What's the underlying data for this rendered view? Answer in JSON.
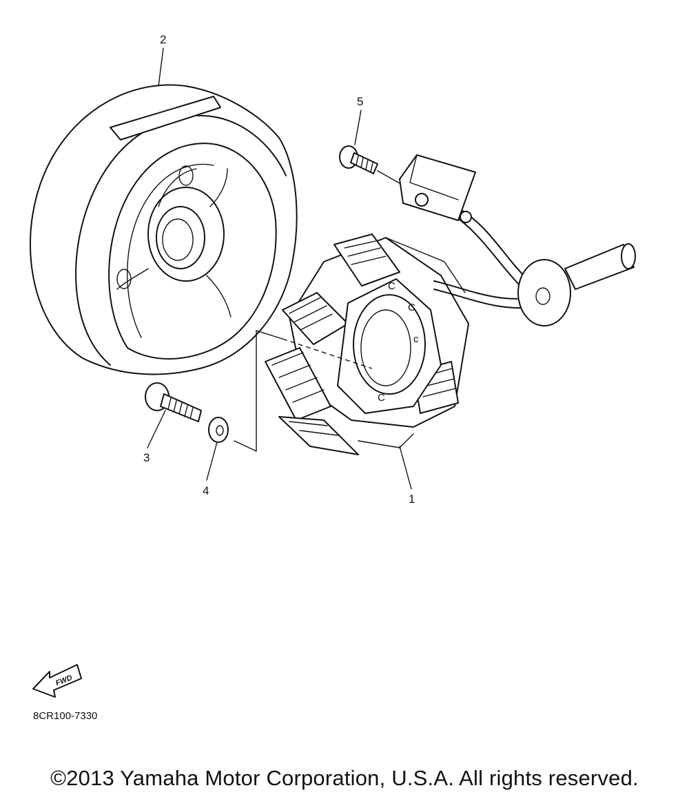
{
  "callouts": [
    {
      "id": "1",
      "label": "1"
    },
    {
      "id": "2",
      "label": "2"
    },
    {
      "id": "3",
      "label": "3"
    },
    {
      "id": "4",
      "label": "4"
    },
    {
      "id": "5",
      "label": "5"
    }
  ],
  "stator_marks": [
    "C",
    "C",
    "c",
    "C"
  ],
  "fwd_badge": "FWD",
  "diagram_code": "8CR100-7330",
  "copyright": "©2013 Yamaha Motor Corporation, U.S.A. All rights reserved."
}
